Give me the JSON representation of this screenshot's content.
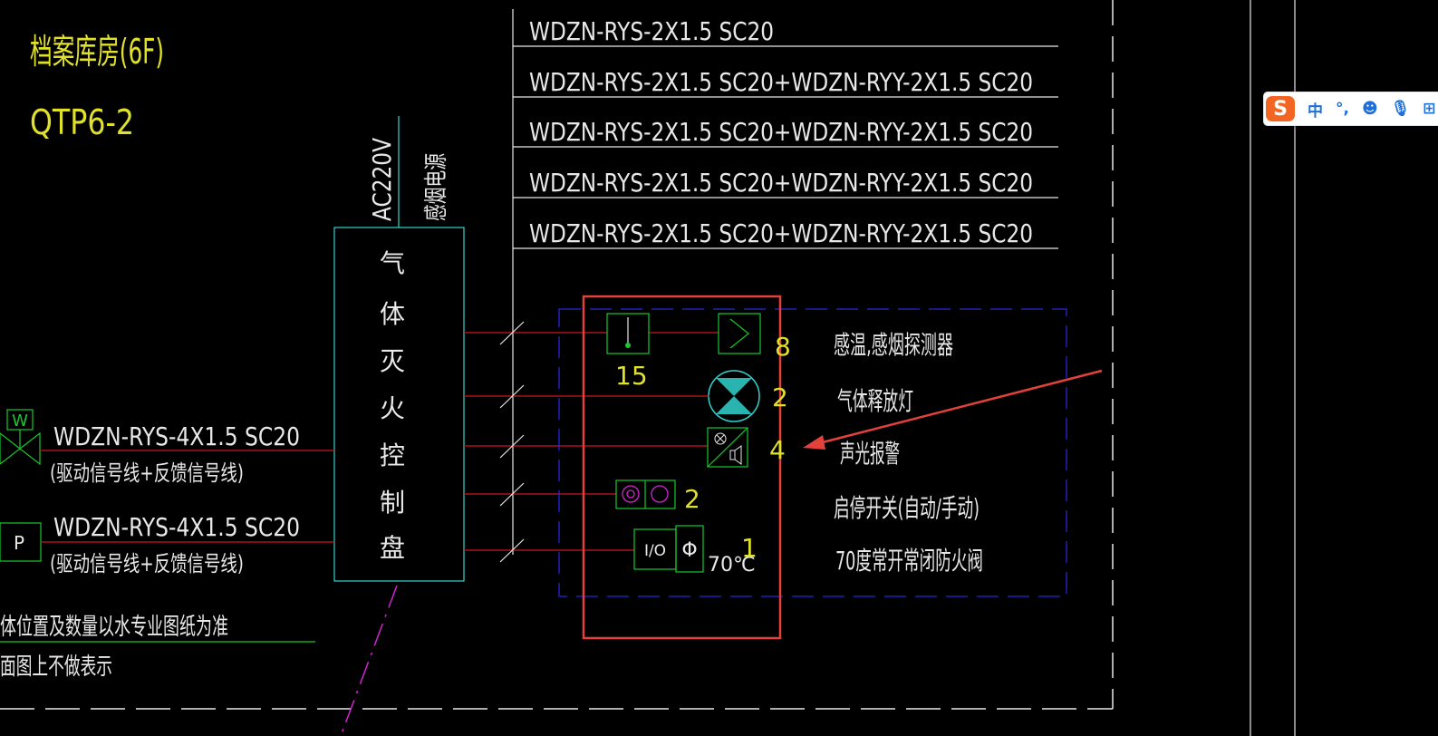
{
  "drawing": {
    "room_title": "档案库房(6F)",
    "panel_id": "QTP6-2",
    "power_label": "AC220V",
    "power_type": "感烟电源",
    "panel_name": [
      "气",
      "体",
      "灭",
      "火",
      "控",
      "制",
      "盘"
    ],
    "cable_lines": [
      "WDZN-RYS-2X1.5 SC20",
      "WDZN-RYS-2X1.5 SC20+WDZN-RYY-2X1.5 SC20",
      "WDZN-RYS-2X1.5 SC20+WDZN-RYY-2X1.5 SC20",
      "WDZN-RYS-2X1.5 SC20+WDZN-RYY-2X1.5 SC20",
      "WDZN-RYS-2X1.5 SC20+WDZN-RYY-2X1.5 SC20"
    ],
    "left_devices": [
      {
        "symbol": "W",
        "cable": "WDZN-RYS-4X1.5 SC20",
        "note": "(驱动信号线+反馈信号线)"
      },
      {
        "symbol": "P",
        "cable": "WDZN-RYS-4X1.5 SC20",
        "note": "(驱动信号线+反馈信号线)"
      }
    ],
    "devices": [
      {
        "count": "8",
        "label": "感温,感烟探测器"
      },
      {
        "count": "15",
        "label": ""
      },
      {
        "count": "2",
        "label": "气体释放灯"
      },
      {
        "count": "4",
        "label": "声光报警"
      },
      {
        "count": "2",
        "label": "启停开关(自动/手动)"
      },
      {
        "count": "1",
        "label": "70度常开常闭防火阀"
      }
    ],
    "damper_io": "I/O",
    "damper_phi": "Φ",
    "damper_temp": "70℃",
    "notes": [
      "体位置及数量以水专业图纸为准",
      "面图上不做表示"
    ]
  },
  "ime_toolbar": {
    "logo": "S",
    "mode": "中",
    "punct": "°,",
    "emoji": "☻",
    "mic": "🎙",
    "more": "⊞"
  },
  "colors": {
    "background": "#000000",
    "yellow": "#e1e12b",
    "white": "#e8e8e8",
    "red_line": "#c8161e",
    "green": "#19c82b",
    "cyan": "#31d4cf",
    "blue_dash": "#2626d8",
    "magenta": "#d323d3",
    "annotation_red": "#e3423c"
  }
}
